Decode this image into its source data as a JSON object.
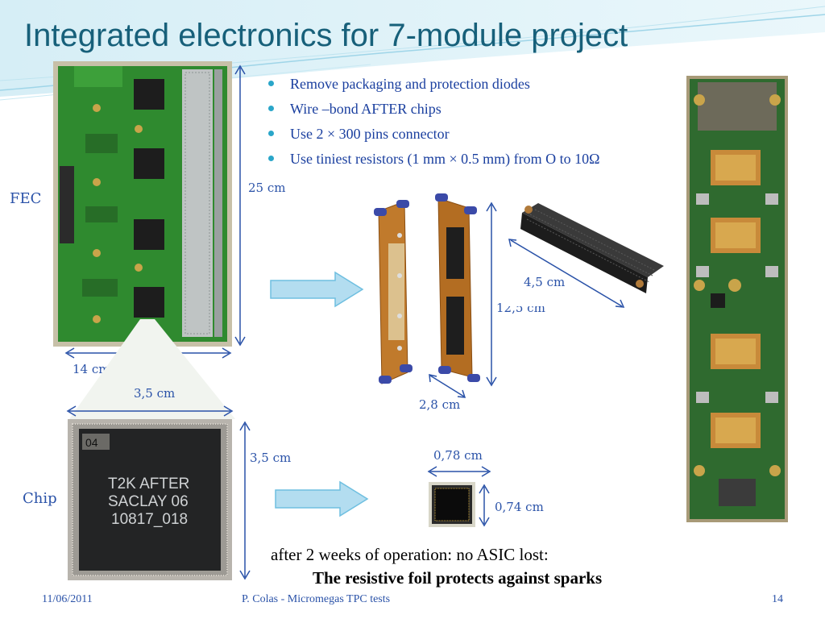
{
  "title": "Integrated electronics for 7-module project",
  "bullets": [
    "Remove packaging and protection diodes",
    "Wire –bond AFTER chips",
    "Use 2 × 300 pins connector",
    "Use tiniest resistors (1 mm × 0.5 mm) from O to 10Ω"
  ],
  "labels": {
    "fec": "FEC",
    "chip": "Chip"
  },
  "dimensions": {
    "fec_height": "25 cm",
    "fec_width": "14 cm",
    "chip_width": "3,5 cm",
    "chip_height": "3,5 cm",
    "connector_length": "4,5 cm",
    "holder_height": "12,5 cm",
    "holder_width": "2,8 cm",
    "die_width": "0,78 cm",
    "die_height": "0,74 cm"
  },
  "chip_marking": {
    "id": "04",
    "line1": "T2K AFTER",
    "line2": "SACLAY 06",
    "line3": "10817_018"
  },
  "notes": {
    "line1": "after 2 weeks of operation: no ASIC lost:",
    "line2": "The resistive foil protects against sparks"
  },
  "footer": {
    "date": "11/06/2011",
    "author": "P. Colas - Micromegas TPC tests",
    "page": "14"
  },
  "colors": {
    "title": "#17607a",
    "bullet_text": "#1a3f9f",
    "bullet_dot": "#2aa6c9",
    "dimension_text": "#2a52a8",
    "pcb_green": "#2f8a2f"
  }
}
